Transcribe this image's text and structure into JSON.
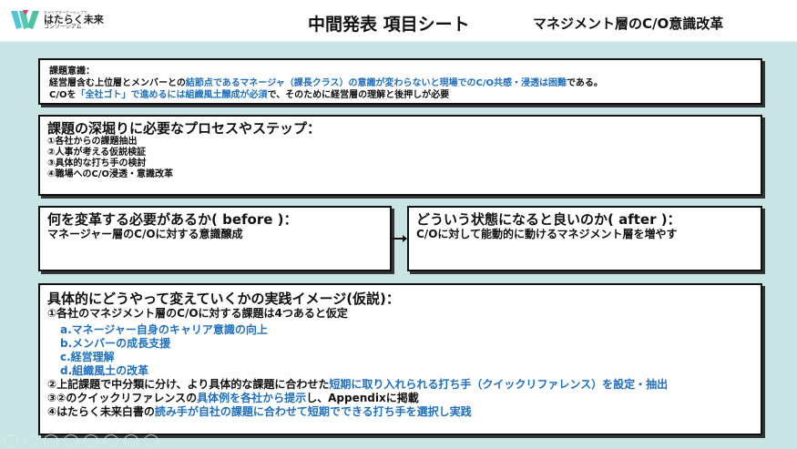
{
  "header": {
    "logo_small": "キャリアオーナーシップで",
    "logo_main": "はたらく未来",
    "logo_sub": "コンソーシアム",
    "title": "中間発表 項目シート",
    "subtitle": "マネジメント層のC/O意識改革"
  },
  "issue": {
    "heading": "課題意識：",
    "line1": [
      "経営層含む上位層とメンバーとの",
      "結節点であるマネージャ（課長クラス）の意識が変わらないと現場でのC/O共感・浸透は困難",
      "である。"
    ],
    "line2": [
      "C/Oを",
      "「全社ゴト」で進めるには組織風土醸成が必須",
      "で、そのために経営層の理解と後押しが必要"
    ]
  },
  "process": {
    "heading": "課題の深堀りに必要なプロセスやステップ：",
    "items": [
      "①各社からの課題抽出",
      "②人事が考える仮説検証",
      "③具体的な打ち手の検討",
      "④職場へのC/O浸透・意識改革"
    ]
  },
  "before": {
    "heading": "何を変革する必要があるか( before )：",
    "text": "マネージャー層のC/Oに対する意識醸成"
  },
  "after": {
    "heading": "どういう状態になると良いのか( after )：",
    "text": "C/Oに対して能動的に動けるマネジメント層を増やす"
  },
  "practice": {
    "heading": "具体的にどうやって変えていくかの実践イメージ(仮説)：",
    "line1": "①各社のマネジメント層のC/Oに対する課題は4つあると仮定",
    "sub": [
      "a.マネージャー自身のキャリア意識の向上",
      "b.メンバーの成長支援",
      "c.経営理解",
      "d.組織風土の改革"
    ],
    "line2": [
      "②上記課題で中分類に分け、より具体的な課題に合わせた",
      "短期に取り入れられる打ち手（クイックリファレンス）を設定・抽出"
    ],
    "line3": [
      "③②のクイックリファレンスの",
      "具体例を各社から提示",
      "し、Appendixに掲載"
    ],
    "line4": [
      "④はたらく未来白書の",
      "読み手が自社の課題に合わせて短期でできる打ち手を選択し実践"
    ]
  },
  "colors": {
    "accent": "#1f6fc0",
    "background": "#c8e4e5"
  }
}
